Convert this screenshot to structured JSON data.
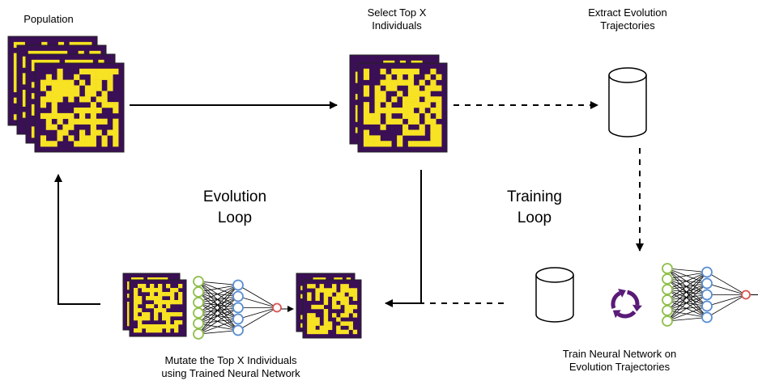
{
  "labels": {
    "population": "Population",
    "select_top": [
      "Select Top X",
      "Individuals"
    ],
    "extract": [
      "Extract Evolution",
      "Trajectories"
    ],
    "evolution_loop": [
      "Evolution",
      "Loop"
    ],
    "training_loop": [
      "Training",
      "Loop"
    ],
    "mutate": [
      "Mutate the Top X Individuals",
      "using Trained Neural Network"
    ],
    "train": [
      "Train Neural Network on",
      "Evolution Trajectories"
    ]
  },
  "colors": {
    "grid_dark": "#3b0f55",
    "grid_light": "#f7e223",
    "input_node": "#8fbf4a",
    "hidden_node": "#5b8fd1",
    "output_node": "#d9534f",
    "cycle_arrows": "#5a1a78",
    "line": "#000000"
  },
  "icons": [
    "database-icon",
    "cycle-arrows-icon",
    "neural-network-icon",
    "grid-map-icon"
  ]
}
